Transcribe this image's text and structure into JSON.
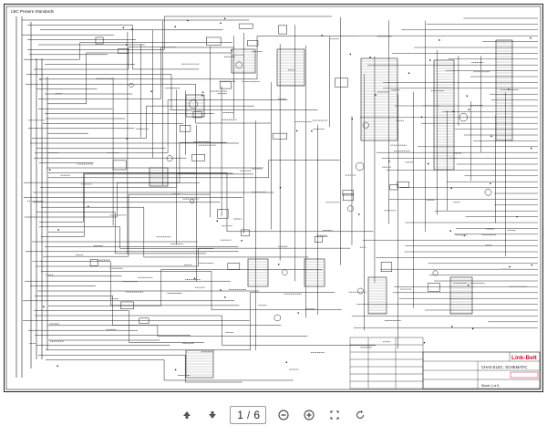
{
  "diagram": {
    "header_note": "LBC Prewire Standards",
    "title_block": {
      "logo": "Link-Belt",
      "drawing_title": "CHAS ELEC. SCHEMATIC",
      "sheet": "Sheet 1 of 6"
    }
  },
  "viewer": {
    "current_page": "1",
    "separator": "/",
    "total_pages": "6",
    "icons": {
      "prev": "arrow-up-icon",
      "next": "arrow-down-icon",
      "zoom_out": "zoom-out-icon",
      "zoom_in": "zoom-in-icon",
      "fit_page": "fit-page-icon",
      "rotate": "rotate-icon"
    }
  }
}
